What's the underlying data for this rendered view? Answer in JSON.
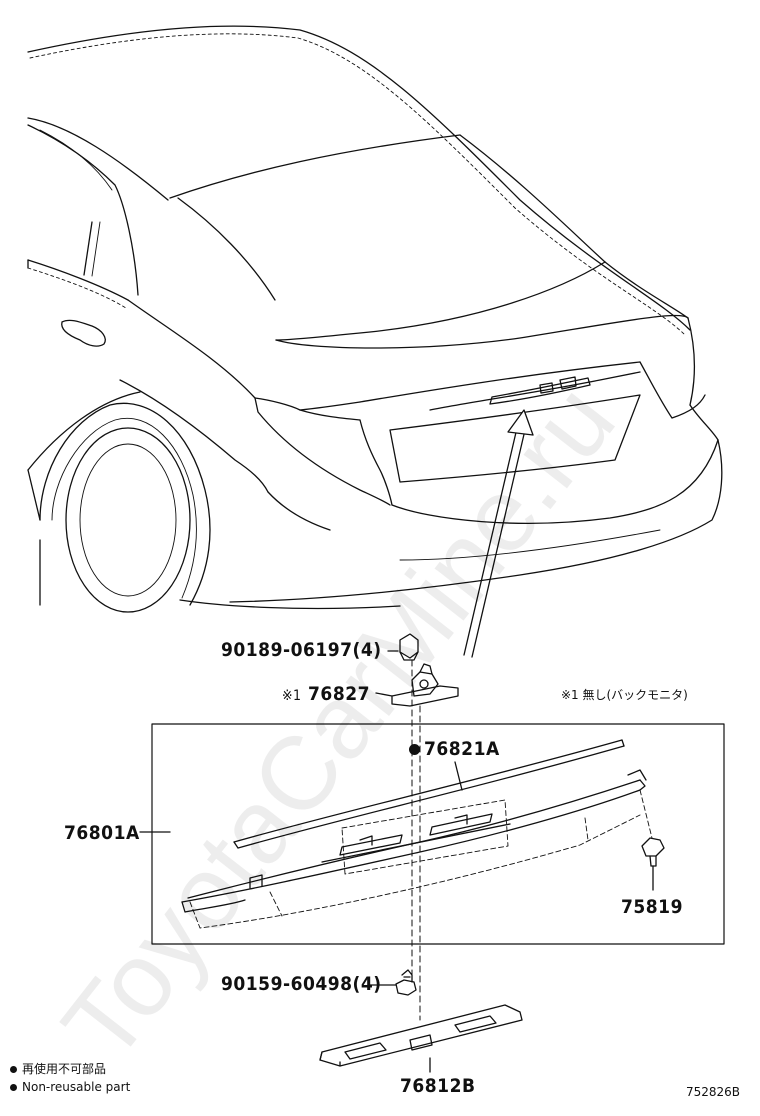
{
  "watermark": "ToyotaCarMine.ru",
  "parts": {
    "bolt_top": "90189-06197(4)",
    "note_marker": "※1",
    "camera_bracket": "76827",
    "molding": "76821A",
    "garnish": "76801A",
    "clip": "75819",
    "screw_bottom": "90159-60498(4)",
    "lower_cover": "76812B"
  },
  "note": "※1 無し(バックモニタ)",
  "legend": {
    "jp": "再使用不可部品",
    "en": "Non-reusable part"
  },
  "diagram_id": "752826B"
}
